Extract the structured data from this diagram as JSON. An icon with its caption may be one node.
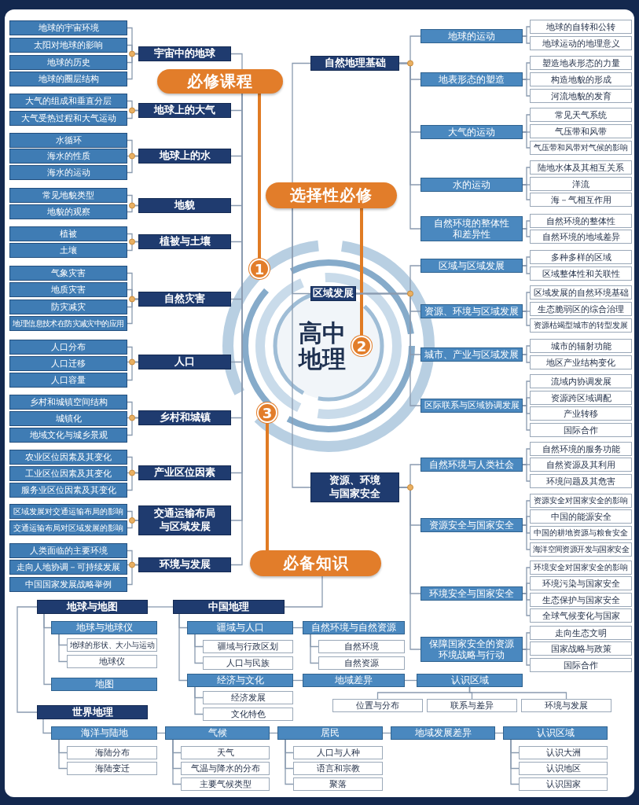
{
  "diagram": {
    "nodes": [
      {
        "text": [
          "必修课程"
        ]
      },
      {
        "text": [
          "宇宙中的地球"
        ]
      },
      {
        "text": [
          "地球的宇宙环境"
        ]
      },
      {
        "text": [
          "太阳对地球的影响"
        ]
      },
      {
        "text": [
          "地球的历史"
        ]
      },
      {
        "text": [
          "地球的圈层结构"
        ]
      },
      {
        "text": [
          "地球上的大气"
        ]
      },
      {
        "text": [
          "大气的组成和垂直分层"
        ]
      },
      {
        "text": [
          "大气受热过程和大气运动"
        ]
      },
      {
        "text": [
          "地球上的水"
        ]
      },
      {
        "text": [
          "水循环"
        ]
      },
      {
        "text": [
          "海水的性质"
        ]
      },
      {
        "text": [
          "海水的运动"
        ]
      },
      {
        "text": [
          "地貌"
        ]
      },
      {
        "text": [
          "常见地貌类型"
        ]
      },
      {
        "text": [
          "地貌的观察"
        ]
      },
      {
        "text": [
          "植被与土壤"
        ]
      },
      {
        "text": [
          "植被"
        ]
      },
      {
        "text": [
          "土壤"
        ]
      },
      {
        "text": [
          "自然灾害"
        ]
      },
      {
        "text": [
          "气象灾害"
        ]
      },
      {
        "text": [
          "地质灾害"
        ]
      },
      {
        "text": [
          "防灾减灾"
        ]
      },
      {
        "text": [
          "地理信息技术在防灾减灾中的应用"
        ]
      },
      {
        "text": [
          "人口"
        ]
      },
      {
        "text": [
          "人口分布"
        ]
      },
      {
        "text": [
          "人口迁移"
        ]
      },
      {
        "text": [
          "人口容量"
        ]
      },
      {
        "text": [
          "乡村和城镇"
        ]
      },
      {
        "text": [
          "乡村和城镇空间结构"
        ]
      },
      {
        "text": [
          "城镇化"
        ]
      },
      {
        "text": [
          "地域文化与城乡景观"
        ]
      },
      {
        "text": [
          "产业区位因素"
        ]
      },
      {
        "text": [
          "农业区位因素及其变化"
        ]
      },
      {
        "text": [
          "工业区位因素及其变化"
        ]
      },
      {
        "text": [
          "服务业区位因素及其变化"
        ]
      },
      {
        "text": [
          "交通运输布局与区域发展"
        ]
      },
      {
        "text": [
          "区域发展对交通运输布局的影响"
        ]
      },
      {
        "text": [
          "交通运输布局对区域发展的影响"
        ]
      },
      {
        "text": [
          "环境与发展"
        ]
      },
      {
        "text": [
          "人类面临的主要环境"
        ]
      },
      {
        "text": [
          "走向人地协调－可持续发展"
        ]
      },
      {
        "text": [
          "中国国家发展战略举例"
        ]
      },
      {
        "text": [
          "高中地理"
        ]
      },
      {
        "text": [
          "1"
        ]
      },
      {
        "text": [
          "2"
        ]
      },
      {
        "text": [
          "3"
        ]
      },
      {
        "text": [
          "选择性必修"
        ]
      },
      {
        "text": [
          "自然地理基础"
        ]
      },
      {
        "text": [
          "地球的运动"
        ]
      },
      {
        "text": [
          "地球的自转和公转"
        ]
      },
      {
        "text": [
          "地球运动的地理意义"
        ]
      },
      {
        "text": [
          "地表形态的塑造"
        ]
      },
      {
        "text": [
          "塑造地表形态的力量"
        ]
      },
      {
        "text": [
          "构造地貌的形成"
        ]
      },
      {
        "text": [
          "河流地貌的发育"
        ]
      },
      {
        "text": [
          "大气的运动"
        ]
      },
      {
        "text": [
          "常见天气系统"
        ]
      },
      {
        "text": [
          "气压带和风带"
        ]
      },
      {
        "text": [
          "气压带和风带对气候的影响"
        ]
      },
      {
        "text": [
          "水的运动"
        ]
      },
      {
        "text": [
          "陆地水体及其相互关系"
        ]
      },
      {
        "text": [
          "洋流"
        ]
      },
      {
        "text": [
          "海－气相互作用"
        ]
      },
      {
        "text": [
          "自然环境的整体性和差异性"
        ]
      },
      {
        "text": [
          "自然环境的整体性"
        ]
      },
      {
        "text": [
          "自然环境的地域差异"
        ]
      },
      {
        "text": [
          "区域发展"
        ]
      },
      {
        "text": [
          "区域与区域发展"
        ]
      },
      {
        "text": [
          "多种多样的区域"
        ]
      },
      {
        "text": [
          "区域整体性和关联性"
        ]
      },
      {
        "text": [
          "资源、环境与区域发展"
        ]
      },
      {
        "text": [
          "区域发展的自然环境基础"
        ]
      },
      {
        "text": [
          "生态脆弱区的综合治理"
        ]
      },
      {
        "text": [
          "资源枯竭型城市的转型发展"
        ]
      },
      {
        "text": [
          "城市、产业与区域发展"
        ]
      },
      {
        "text": [
          "城市的辐射功能"
        ]
      },
      {
        "text": [
          "地区产业结构变化"
        ]
      },
      {
        "text": [
          "区际联系与区域协调发展"
        ]
      },
      {
        "text": [
          "流域内协调发展"
        ]
      },
      {
        "text": [
          "资源跨区域调配"
        ]
      },
      {
        "text": [
          "产业转移"
        ]
      },
      {
        "text": [
          "国际合作"
        ]
      },
      {
        "text": [
          "资源、环境与国家安全"
        ]
      },
      {
        "text": [
          "自然环境与人类社会"
        ]
      },
      {
        "text": [
          "自然环境的服务功能"
        ]
      },
      {
        "text": [
          "自然资源及其利用"
        ]
      },
      {
        "text": [
          "环境问题及其危害"
        ]
      },
      {
        "text": [
          "资源安全与国家安全"
        ]
      },
      {
        "text": [
          "资源安全对国家安全的影响"
        ]
      },
      {
        "text": [
          "中国的能源安全"
        ]
      },
      {
        "text": [
          "中国的耕地资源与粮食安全"
        ]
      },
      {
        "text": [
          "海洋空间资源开发与国家安全"
        ]
      },
      {
        "text": [
          "环境安全与国家安全"
        ]
      },
      {
        "text": [
          "环境安全对国家安全的影响"
        ]
      },
      {
        "text": [
          "环境污染与国家安全"
        ]
      },
      {
        "text": [
          "生态保护与国家安全"
        ]
      },
      {
        "text": [
          "全球气候变化与国家"
        ]
      },
      {
        "text": [
          "保障国家安全的资源环境战略与行动"
        ]
      },
      {
        "text": [
          "走向生态文明"
        ]
      },
      {
        "text": [
          "国家战略与政策"
        ]
      },
      {
        "text": [
          "国际合作"
        ]
      },
      {
        "text": [
          "必备知识"
        ]
      },
      {
        "text": [
          "地球与地图"
        ]
      },
      {
        "text": [
          "地球与地球仪"
        ]
      },
      {
        "text": [
          "地球的形状、大小与运动"
        ]
      },
      {
        "text": [
          "地球仪"
        ]
      },
      {
        "text": [
          "地图"
        ]
      },
      {
        "text": [
          "中国地理"
        ]
      },
      {
        "text": [
          "疆域与人口"
        ]
      },
      {
        "text": [
          "疆域与行政区划"
        ]
      },
      {
        "text": [
          "人口与民族"
        ]
      },
      {
        "text": [
          "自然环境与自然资源"
        ]
      },
      {
        "text": [
          "自然环境"
        ]
      },
      {
        "text": [
          "自然资源"
        ]
      },
      {
        "text": [
          "经济与文化"
        ]
      },
      {
        "text": [
          "经济发展"
        ]
      },
      {
        "text": [
          "文化特色"
        ]
      },
      {
        "text": [
          "地域差异"
        ]
      },
      {
        "text": [
          "认识区域"
        ]
      },
      {
        "text": [
          "位置与分布"
        ]
      },
      {
        "text": [
          "联系与差异"
        ]
      },
      {
        "text": [
          "环境与发展"
        ]
      },
      {
        "text": [
          "世界地理"
        ]
      },
      {
        "text": [
          "海洋与陆地"
        ]
      },
      {
        "text": [
          "海陆分布"
        ]
      },
      {
        "text": [
          "海陆变迁"
        ]
      },
      {
        "text": [
          "气候"
        ]
      },
      {
        "text": [
          "天气"
        ]
      },
      {
        "text": [
          "气温与降水的分布"
        ]
      },
      {
        "text": [
          "主要气候类型"
        ]
      },
      {
        "text": [
          "居民"
        ]
      },
      {
        "text": [
          "人口与人种"
        ]
      },
      {
        "text": [
          "语言和宗教"
        ]
      },
      {
        "text": [
          "聚落"
        ]
      },
      {
        "text": [
          "地域发展差异"
        ]
      },
      {
        "text": [
          "认识区域"
        ]
      },
      {
        "text": [
          "认识大洲"
        ]
      },
      {
        "text": [
          "认识地区"
        ]
      },
      {
        "text": [
          "认识国家"
        ]
      }
    ],
    "edges": [
      {
        "from": 0,
        "to": 1,
        "arrow": "none"
      },
      {
        "from": 0,
        "to": 6,
        "arrow": "none"
      },
      {
        "from": 0,
        "to": 9,
        "arrow": "none"
      },
      {
        "from": 0,
        "to": 13,
        "arrow": "none"
      },
      {
        "from": 0,
        "to": 16,
        "arrow": "none"
      },
      {
        "from": 0,
        "to": 19,
        "arrow": "none"
      },
      {
        "from": 0,
        "to": 24,
        "arrow": "none"
      },
      {
        "from": 0,
        "to": 28,
        "arrow": "none"
      },
      {
        "from": 0,
        "to": 32,
        "arrow": "none"
      },
      {
        "from": 0,
        "to": 36,
        "arrow": "none"
      },
      {
        "from": 0,
        "to": 39,
        "arrow": "none"
      },
      {
        "from": 1,
        "to": 2,
        "arrow": "none"
      },
      {
        "from": 1,
        "to": 3,
        "arrow": "none"
      },
      {
        "from": 1,
        "to": 4,
        "arrow": "none"
      },
      {
        "from": 1,
        "to": 5,
        "arrow": "none"
      },
      {
        "from": 6,
        "to": 7,
        "arrow": "none"
      },
      {
        "from": 6,
        "to": 8,
        "arrow": "none"
      },
      {
        "from": 9,
        "to": 10,
        "arrow": "none"
      },
      {
        "from": 9,
        "to": 11,
        "arrow": "none"
      },
      {
        "from": 9,
        "to": 12,
        "arrow": "none"
      },
      {
        "from": 13,
        "to": 14,
        "arrow": "none"
      },
      {
        "from": 13,
        "to": 15,
        "arrow": "none"
      },
      {
        "from": 16,
        "to": 17,
        "arrow": "none"
      },
      {
        "from": 16,
        "to": 18,
        "arrow": "none"
      },
      {
        "from": 19,
        "to": 20,
        "arrow": "none"
      },
      {
        "from": 19,
        "to": 21,
        "arrow": "none"
      },
      {
        "from": 19,
        "to": 22,
        "arrow": "none"
      },
      {
        "from": 19,
        "to": 23,
        "arrow": "none"
      },
      {
        "from": 24,
        "to": 25,
        "arrow": "none"
      },
      {
        "from": 24,
        "to": 26,
        "arrow": "none"
      },
      {
        "from": 24,
        "to": 27,
        "arrow": "none"
      },
      {
        "from": 28,
        "to": 29,
        "arrow": "none"
      },
      {
        "from": 28,
        "to": 30,
        "arrow": "none"
      },
      {
        "from": 28,
        "to": 31,
        "arrow": "none"
      },
      {
        "from": 32,
        "to": 33,
        "arrow": "none"
      },
      {
        "from": 32,
        "to": 34,
        "arrow": "none"
      },
      {
        "from": 32,
        "to": 35,
        "arrow": "none"
      },
      {
        "from": 36,
        "to": 37,
        "arrow": "none"
      },
      {
        "from": 36,
        "to": 38,
        "arrow": "none"
      },
      {
        "from": 39,
        "to": 40,
        "arrow": "none"
      },
      {
        "from": 39,
        "to": 41,
        "arrow": "none"
      },
      {
        "from": 39,
        "to": 42,
        "arrow": "none"
      },
      {
        "from": 0,
        "to": 44,
        "arrow": "none",
        "style": "thick",
        "color": "#e07b24"
      },
      {
        "from": 47,
        "to": 45,
        "arrow": "none",
        "style": "thick",
        "color": "#e07b24"
      },
      {
        "from": 46,
        "to": 102,
        "arrow": "none",
        "style": "thick",
        "color": "#e07b24"
      },
      {
        "from": 47,
        "to": 48,
        "arrow": "none"
      },
      {
        "from": 47,
        "to": 67,
        "arrow": "none"
      },
      {
        "from": 47,
        "to": 83,
        "arrow": "none"
      },
      {
        "from": 48,
        "to": 49,
        "arrow": "none"
      },
      {
        "from": 48,
        "to": 52,
        "arrow": "none"
      },
      {
        "from": 48,
        "to": 56,
        "arrow": "none"
      },
      {
        "from": 48,
        "to": 60,
        "arrow": "none"
      },
      {
        "from": 48,
        "to": 64,
        "arrow": "none"
      },
      {
        "from": 67,
        "to": 68,
        "arrow": "none"
      },
      {
        "from": 67,
        "to": 71,
        "arrow": "none"
      },
      {
        "from": 67,
        "to": 75,
        "arrow": "none"
      },
      {
        "from": 67,
        "to": 78,
        "arrow": "none"
      },
      {
        "from": 83,
        "to": 84,
        "arrow": "none"
      },
      {
        "from": 83,
        "to": 88,
        "arrow": "none"
      },
      {
        "from": 83,
        "to": 93,
        "arrow": "none"
      },
      {
        "from": 83,
        "to": 98,
        "arrow": "none"
      },
      {
        "from": 49,
        "to": 50,
        "arrow": "none"
      },
      {
        "from": 49,
        "to": 51,
        "arrow": "none"
      },
      {
        "from": 52,
        "to": 53,
        "arrow": "none"
      },
      {
        "from": 52,
        "to": 54,
        "arrow": "none"
      },
      {
        "from": 52,
        "to": 55,
        "arrow": "none"
      },
      {
        "from": 56,
        "to": 57,
        "arrow": "none"
      },
      {
        "from": 56,
        "to": 58,
        "arrow": "none"
      },
      {
        "from": 56,
        "to": 59,
        "arrow": "none"
      },
      {
        "from": 60,
        "to": 61,
        "arrow": "none"
      },
      {
        "from": 60,
        "to": 62,
        "arrow": "none"
      },
      {
        "from": 60,
        "to": 63,
        "arrow": "none"
      },
      {
        "from": 64,
        "to": 65,
        "arrow": "none"
      },
      {
        "from": 64,
        "to": 66,
        "arrow": "none"
      },
      {
        "from": 68,
        "to": 69,
        "arrow": "none"
      },
      {
        "from": 68,
        "to": 70,
        "arrow": "none"
      },
      {
        "from": 71,
        "to": 72,
        "arrow": "none"
      },
      {
        "from": 71,
        "to": 73,
        "arrow": "none"
      },
      {
        "from": 71,
        "to": 74,
        "arrow": "none"
      },
      {
        "from": 75,
        "to": 76,
        "arrow": "none"
      },
      {
        "from": 75,
        "to": 77,
        "arrow": "none"
      },
      {
        "from": 78,
        "to": 79,
        "arrow": "none"
      },
      {
        "from": 78,
        "to": 80,
        "arrow": "none"
      },
      {
        "from": 78,
        "to": 81,
        "arrow": "none"
      },
      {
        "from": 78,
        "to": 82,
        "arrow": "none"
      },
      {
        "from": 84,
        "to": 85,
        "arrow": "none"
      },
      {
        "from": 84,
        "to": 86,
        "arrow": "none"
      },
      {
        "from": 84,
        "to": 87,
        "arrow": "none"
      },
      {
        "from": 88,
        "to": 89,
        "arrow": "none"
      },
      {
        "from": 88,
        "to": 90,
        "arrow": "none"
      },
      {
        "from": 88,
        "to": 91,
        "arrow": "none"
      },
      {
        "from": 88,
        "to": 92,
        "arrow": "none"
      },
      {
        "from": 93,
        "to": 94,
        "arrow": "none"
      },
      {
        "from": 93,
        "to": 95,
        "arrow": "none"
      },
      {
        "from": 93,
        "to": 96,
        "arrow": "none"
      },
      {
        "from": 93,
        "to": 97,
        "arrow": "none"
      },
      {
        "from": 98,
        "to": 99,
        "arrow": "none"
      },
      {
        "from": 98,
        "to": 100,
        "arrow": "none"
      },
      {
        "from": 98,
        "to": 101,
        "arrow": "none"
      },
      {
        "from": 102,
        "to": 108,
        "arrow": "none"
      },
      {
        "from": 108,
        "to": 103,
        "arrow": "none"
      },
      {
        "from": 103,
        "to": 123,
        "arrow": "none"
      },
      {
        "from": 103,
        "to": 104,
        "arrow": "none"
      },
      {
        "from": 103,
        "to": 107,
        "arrow": "none"
      },
      {
        "from": 104,
        "to": 105,
        "arrow": "none"
      },
      {
        "from": 104,
        "to": 106,
        "arrow": "none"
      },
      {
        "from": 108,
        "to": 109,
        "arrow": "none"
      },
      {
        "from": 108,
        "to": 115,
        "arrow": "none"
      },
      {
        "from": 109,
        "to": 110,
        "arrow": "none"
      },
      {
        "from": 109,
        "to": 111,
        "arrow": "none"
      },
      {
        "from": 109,
        "to": 112,
        "arrow": "none"
      },
      {
        "from": 112,
        "to": 113,
        "arrow": "none"
      },
      {
        "from": 112,
        "to": 114,
        "arrow": "none"
      },
      {
        "from": 115,
        "to": 116,
        "arrow": "none"
      },
      {
        "from": 115,
        "to": 117,
        "arrow": "none"
      },
      {
        "from": 115,
        "to": 118,
        "arrow": "none"
      },
      {
        "from": 118,
        "to": 119,
        "arrow": "none"
      },
      {
        "from": 119,
        "to": 120,
        "arrow": "none"
      },
      {
        "from": 119,
        "to": 121,
        "arrow": "none"
      },
      {
        "from": 119,
        "to": 122,
        "arrow": "none"
      },
      {
        "from": 123,
        "to": 124,
        "arrow": "none"
      },
      {
        "from": 124,
        "to": 125,
        "arrow": "none"
      },
      {
        "from": 124,
        "to": 126,
        "arrow": "none"
      },
      {
        "from": 124,
        "to": 127,
        "arrow": "none"
      },
      {
        "from": 127,
        "to": 128,
        "arrow": "none"
      },
      {
        "from": 127,
        "to": 129,
        "arrow": "none"
      },
      {
        "from": 127,
        "to": 130,
        "arrow": "none"
      },
      {
        "from": 127,
        "to": 131,
        "arrow": "none"
      },
      {
        "from": 131,
        "to": 132,
        "arrow": "none"
      },
      {
        "from": 131,
        "to": 133,
        "arrow": "none"
      },
      {
        "from": 131,
        "to": 134,
        "arrow": "none"
      },
      {
        "from": 131,
        "to": 135,
        "arrow": "none"
      },
      {
        "from": 135,
        "to": 136,
        "arrow": "none"
      },
      {
        "from": 136,
        "to": 137,
        "arrow": "none"
      },
      {
        "from": 136,
        "to": 138,
        "arrow": "none"
      },
      {
        "from": 136,
        "to": 139,
        "arrow": "none"
      }
    ]
  }
}
